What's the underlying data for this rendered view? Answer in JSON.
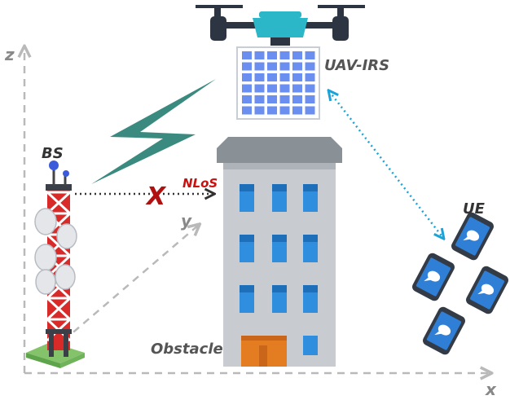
{
  "labels": {
    "axis_x": "x",
    "axis_y": "y",
    "axis_z": "z",
    "bs": "BS",
    "uav_irs": "UAV-IRS",
    "nlos": "NLoS",
    "blocked_mark": "X",
    "ue": "UE",
    "obstacle": "Obstacle"
  },
  "colors": {
    "axis": "#b9b9b9",
    "label_text": "#555555",
    "nlos_text": "#cc1010",
    "blocked_mark": "#b01010",
    "link_dotted": "#333333",
    "uav_link": "#1aa3d9",
    "lightning": "#3a8a80",
    "building_wall": "#c8ccd1",
    "building_roof": "#8a9196",
    "window": "#2f8ede",
    "door": "#e47d22",
    "tower_red": "#d92a2a",
    "tower_white": "#ffffff",
    "dish": "#e4e6e9",
    "ground_pad": "#84c36a",
    "drone_body": "#2bb7c8",
    "drone_dark": "#2e3542",
    "irs_panel": "#6a8ff0",
    "phone_blue": "#2f7fd6",
    "phone_dark": "#333b47"
  },
  "icons": [
    "base-station-tower-icon",
    "drone-icon",
    "irs-panel-icon",
    "lightning-link-icon",
    "building-icon",
    "smartphone-icon",
    "blocked-x-icon"
  ]
}
